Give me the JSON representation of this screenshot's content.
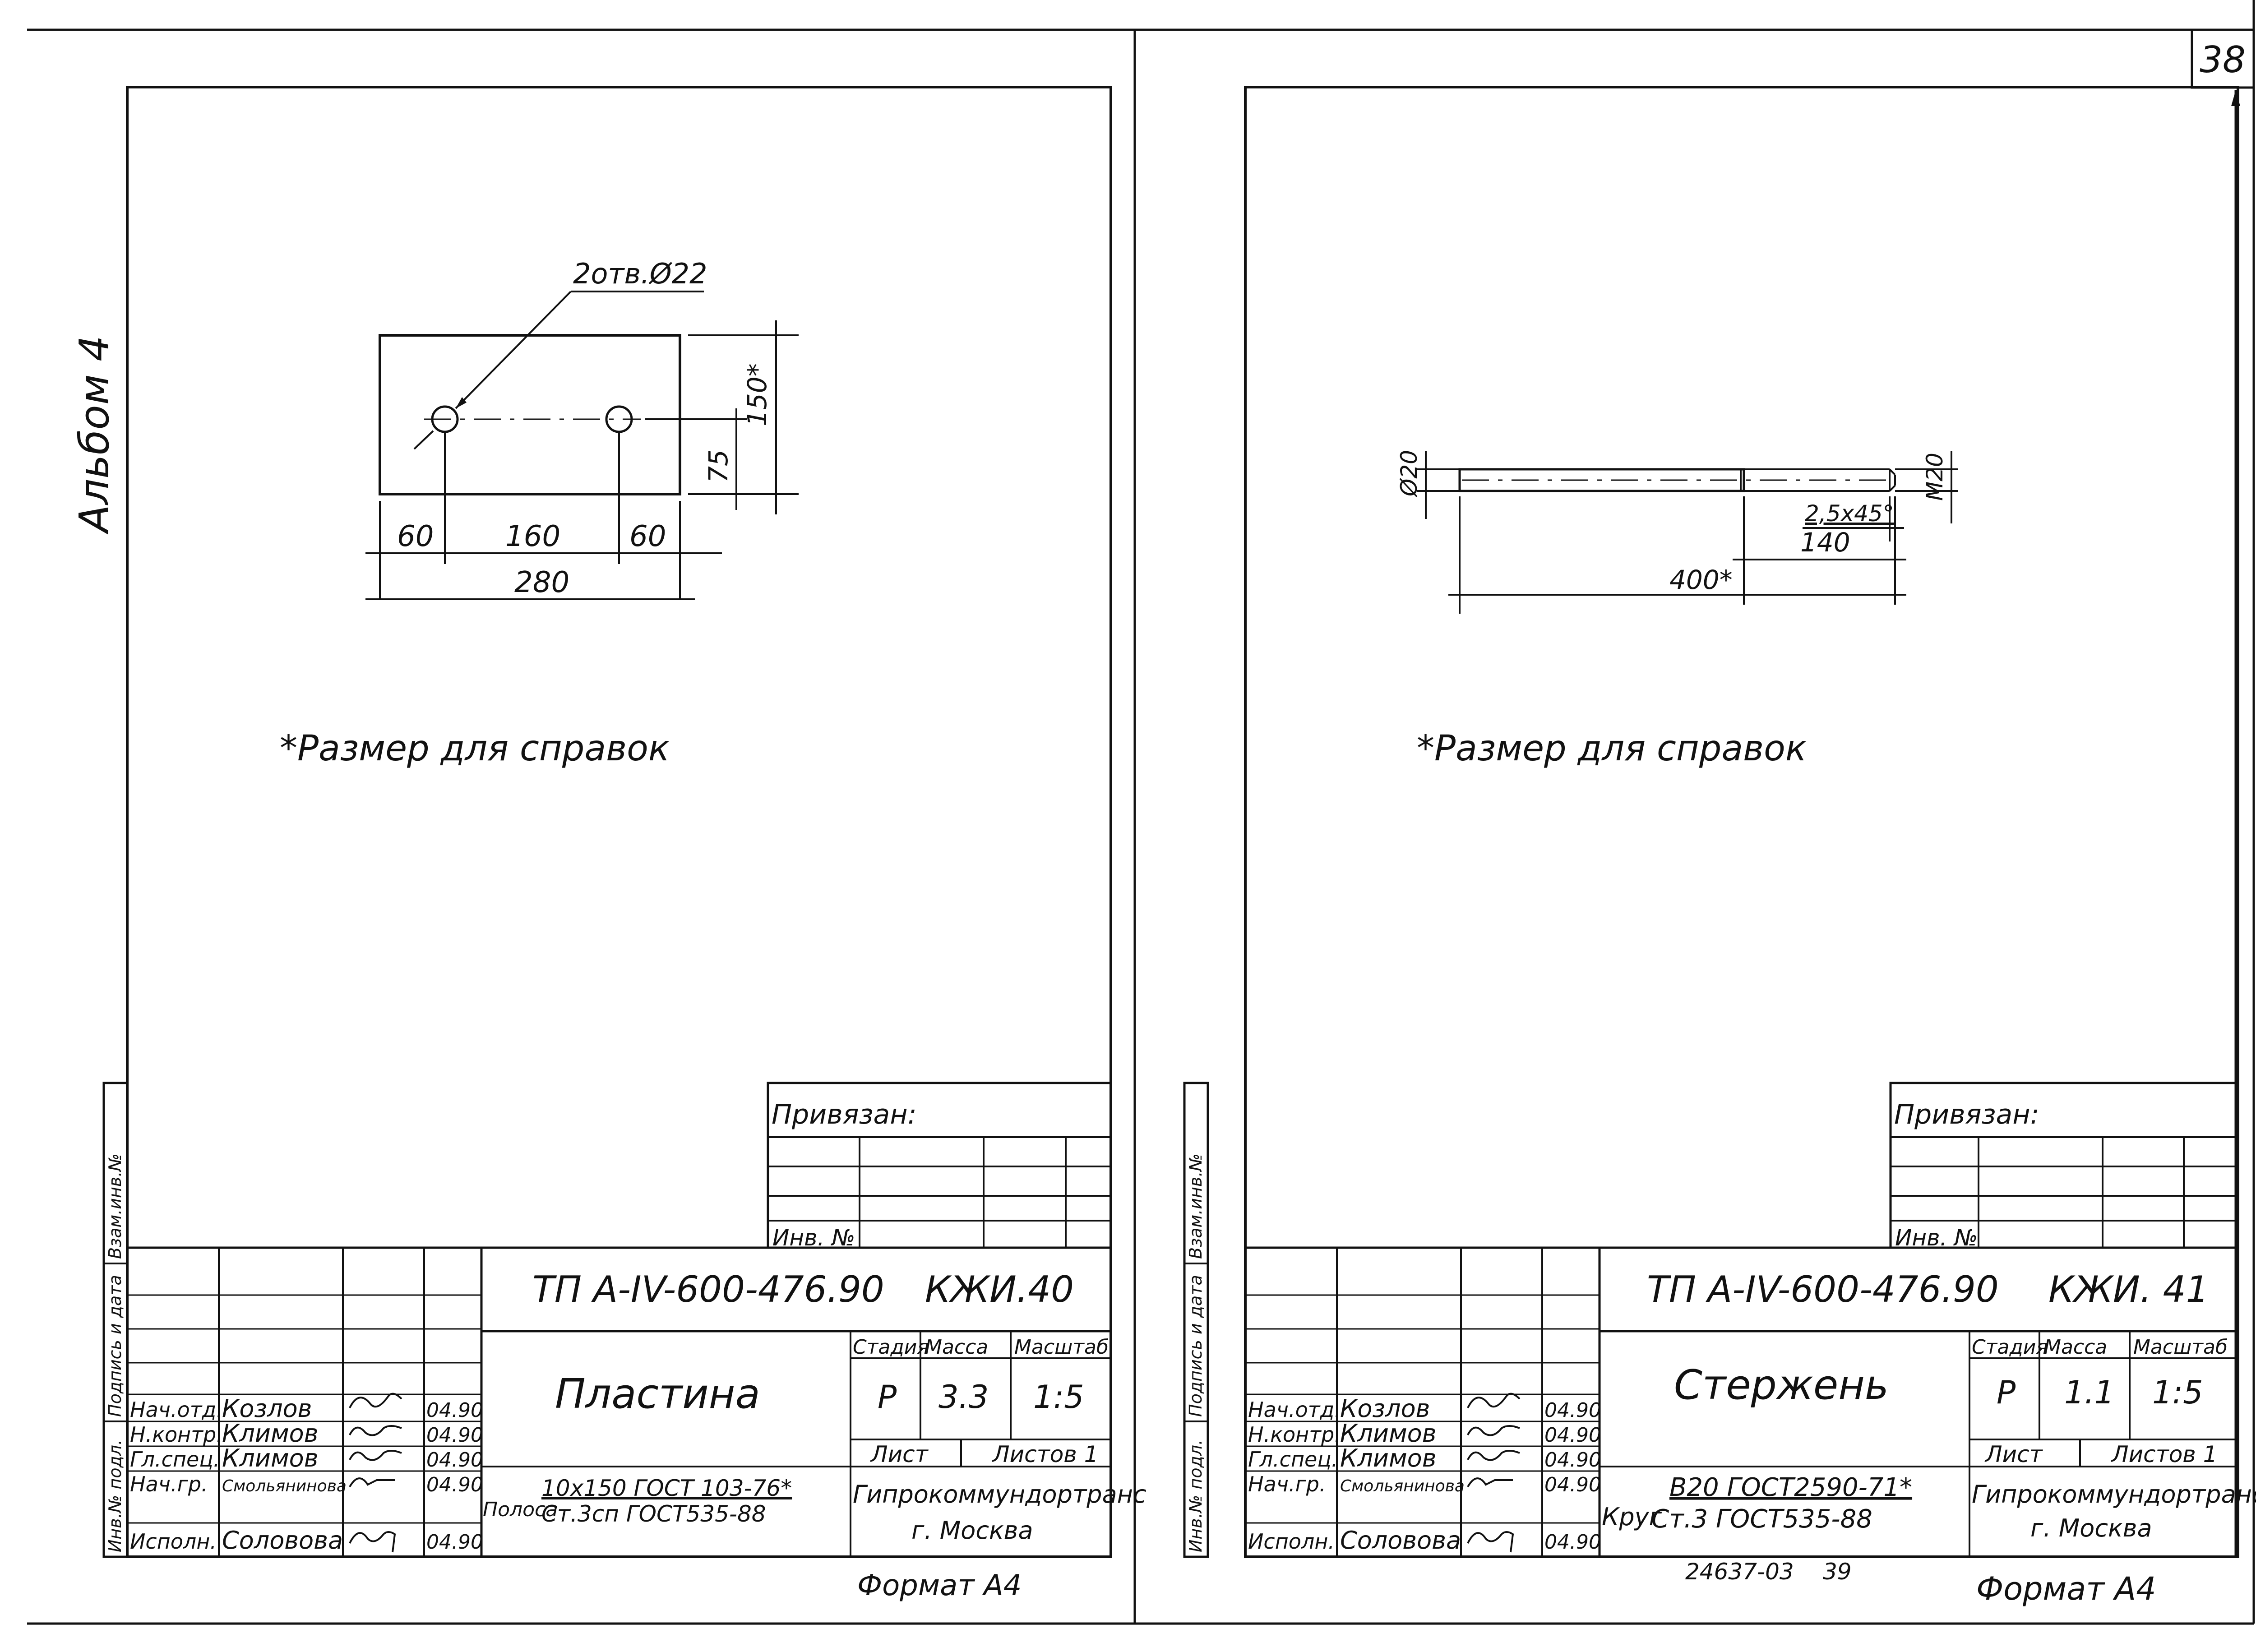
{
  "page_number": "38",
  "album_label": "Альбом 4",
  "side_labels": [
    "Инв.№ подл.",
    "Подпись и дата",
    "Взам.инв.№"
  ],
  "stamp_labels": {
    "stage": "Стадия",
    "mass": "Масса",
    "scale": "Масштаб",
    "sheet": "Лист",
    "sheets_1": "Листов 1",
    "org": "Гипрокоммундортранс",
    "city": "г. Москва",
    "tied": "Привязан:",
    "inv": "Инв. №",
    "format": "Формат А4"
  },
  "signatures": [
    {
      "role": "Нач.отд.",
      "name": "Козлов",
      "date": "04.90"
    },
    {
      "role": "Н.контр.",
      "name": "Климов",
      "date": "04.90"
    },
    {
      "role": "Гл.спец.",
      "name": "Климов",
      "date": "04.90"
    },
    {
      "role": "Нач.гр.",
      "name": "Смольянинова",
      "date": "04.90"
    },
    {
      "role": "Исполн.",
      "name": "Соловова",
      "date": "04.90"
    }
  ],
  "sheets": [
    {
      "doc_code": "ТП А-IV-600-476.90",
      "sheet_code": "КЖИ.40",
      "title": "Пластина",
      "stage": "Р",
      "mass": "3.3",
      "scale": "1:5",
      "material_label": "Полоса",
      "material_line1": "10х150 ГОСТ 103-76*",
      "material_line2": "Ст.3сп ГОСТ535-88",
      "note": "*Размер для справок",
      "dims": {
        "holes": "2отв.Ø22",
        "d60a": "60",
        "d160": "160",
        "d60b": "60",
        "d280": "280",
        "d75": "75",
        "d150": "150*"
      }
    },
    {
      "doc_code": "ТП А-IV-600-476.90",
      "sheet_code": "КЖИ. 41",
      "title": "Стержень",
      "stage": "Р",
      "mass": "1.1",
      "scale": "1:5",
      "material_label": "Круг",
      "material_line1": "В20 ГОСТ2590-71*",
      "material_line2": "Ст.3 ГОСТ535-88",
      "note": "*Размер для справок",
      "dims": {
        "dia": "Ø20",
        "thread": "М20",
        "chamfer": "2,5х45°",
        "d140": "140",
        "d400": "400*"
      },
      "archive_number": "24637-03",
      "archive_page": "39"
    }
  ]
}
